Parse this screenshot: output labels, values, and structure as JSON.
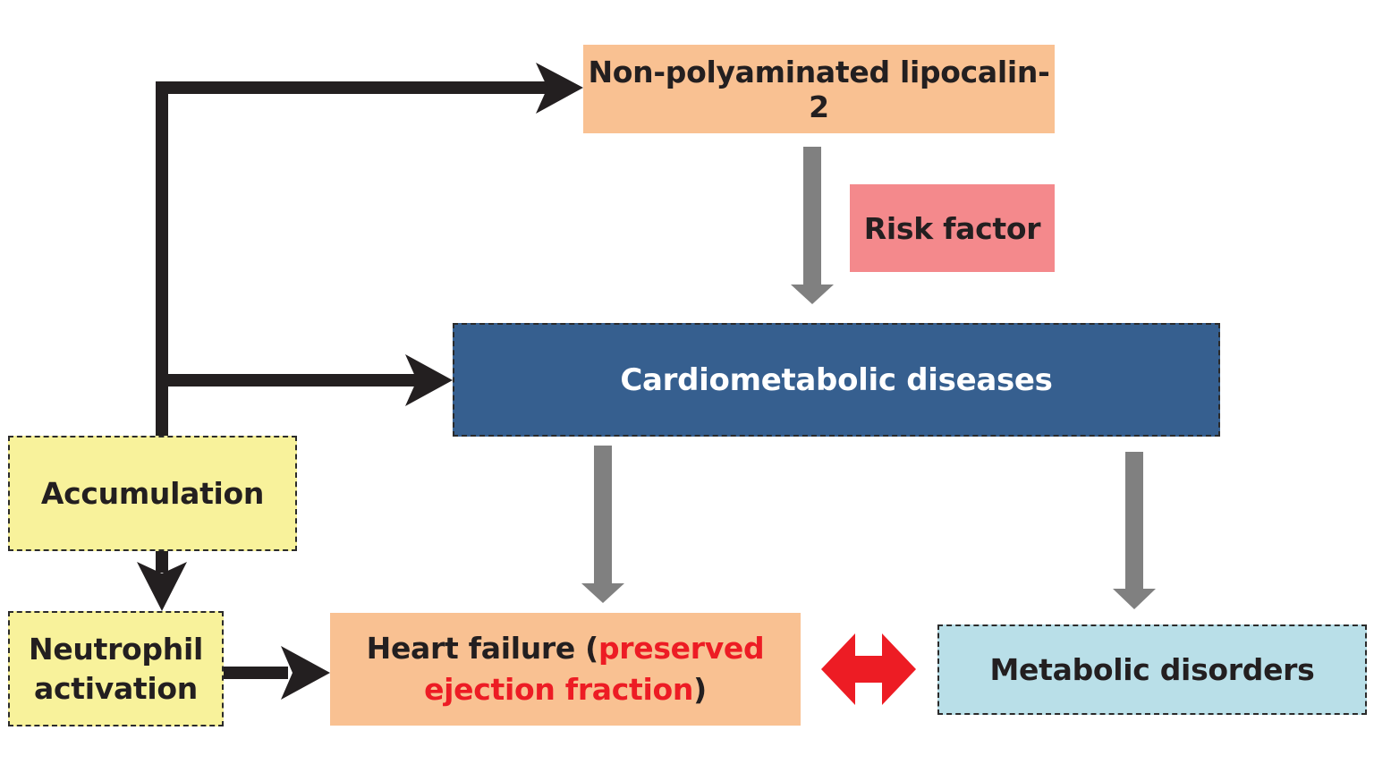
{
  "nodes": {
    "lipocalin": {
      "label": "Non-polyaminated lipocalin-2",
      "fill": "#f9c192"
    },
    "risk_factor": {
      "label": "Risk factor",
      "fill": "#f4898c"
    },
    "cardiometabolic": {
      "label": "Cardiometabolic diseases",
      "fill": "#365f8f",
      "text_color": "#ffffff",
      "border": "dashed"
    },
    "accumulation": {
      "label": "Accumulation",
      "fill": "#f8f29b",
      "border": "dashed"
    },
    "neutrophil": {
      "line1": "Neutrophil",
      "line2": "activation",
      "fill": "#f8f29b",
      "border": "dashed"
    },
    "heart_failure": {
      "prefix": "Heart failure (",
      "highlight_line1": "preserved",
      "highlight_line2": "ejection fraction",
      "suffix": ")",
      "fill": "#f9c192",
      "highlight_color": "#ed1c24"
    },
    "metabolic": {
      "label": "Metabolic disorders",
      "fill": "#b9dfe8",
      "border": "dashed"
    }
  },
  "edges": [
    {
      "from": "accumulation",
      "to": "lipocalin",
      "color": "#231f20"
    },
    {
      "from": "accumulation",
      "to": "cardiometabolic",
      "color": "#231f20"
    },
    {
      "from": "accumulation",
      "to": "neutrophil",
      "color": "#231f20"
    },
    {
      "from": "neutrophil",
      "to": "heart_failure",
      "color": "#231f20"
    },
    {
      "from": "lipocalin",
      "to": "cardiometabolic",
      "color": "#808080"
    },
    {
      "from": "cardiometabolic",
      "to": "heart_failure",
      "color": "#808080"
    },
    {
      "from": "cardiometabolic",
      "to": "metabolic",
      "color": "#808080"
    },
    {
      "from": "heart_failure",
      "to": "metabolic",
      "color": "#ed1c24",
      "bidirectional": true
    }
  ]
}
